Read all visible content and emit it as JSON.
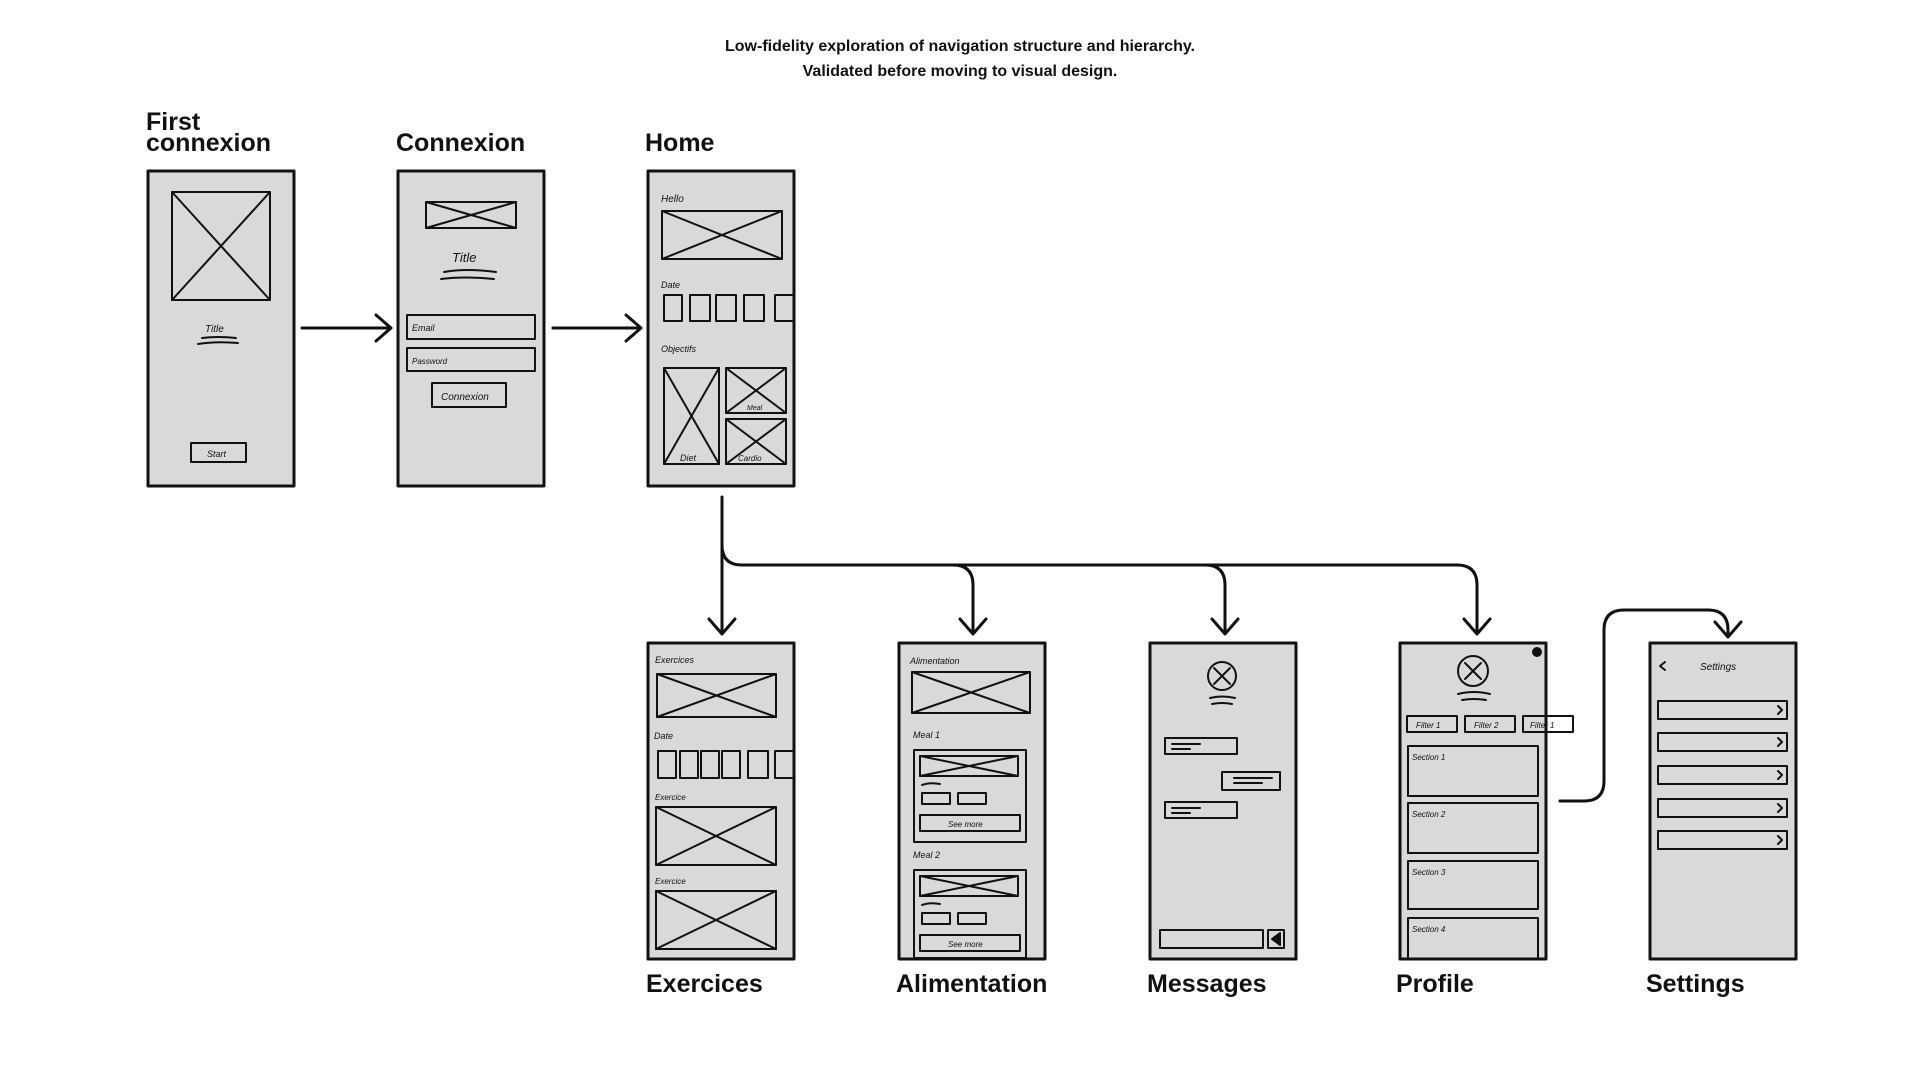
{
  "caption": {
    "line1": "Low-fidelity exploration of navigation structure and hierarchy.",
    "line2": "Validated before moving to visual design."
  },
  "screens": {
    "first_connexion": {
      "title_line1": "First",
      "title_line2": "connexion",
      "labels": {
        "title": "Title",
        "start": "Start"
      }
    },
    "connexion": {
      "title": "Connexion",
      "labels": {
        "title": "Title",
        "email": "Email",
        "password": "Password",
        "button": "Connexion"
      }
    },
    "home": {
      "title": "Home",
      "labels": {
        "hello": "Hello",
        "date": "Date",
        "objectifs": "Objectifs",
        "meal": "Meal",
        "diet": "Diet",
        "cardio": "Cardio"
      }
    },
    "exercices": {
      "title": "Exercices",
      "labels": {
        "header": "Exercices",
        "date": "Date",
        "exercice1": "Exercice",
        "exercice2": "Exercice"
      }
    },
    "alimentation": {
      "title": "Alimentation",
      "labels": {
        "header": "Alimentation",
        "meal1": "Meal 1",
        "meal2": "Meal 2",
        "see_more1": "See more",
        "see_more2": "See more"
      }
    },
    "messages": {
      "title": "Messages"
    },
    "profile": {
      "title": "Profile",
      "labels": {
        "filter1": "Filter 1",
        "filter2": "Filter 2",
        "filter3": "Filter 1",
        "section1": "Section 1",
        "section2": "Section 2",
        "section3": "Section 3",
        "section4": "Section 4"
      }
    },
    "settings": {
      "title": "Settings",
      "labels": {
        "header": "Settings"
      }
    }
  },
  "colors": {
    "frame_fill": "#d9d9d9",
    "stroke": "#111111",
    "background": "#ffffff"
  }
}
